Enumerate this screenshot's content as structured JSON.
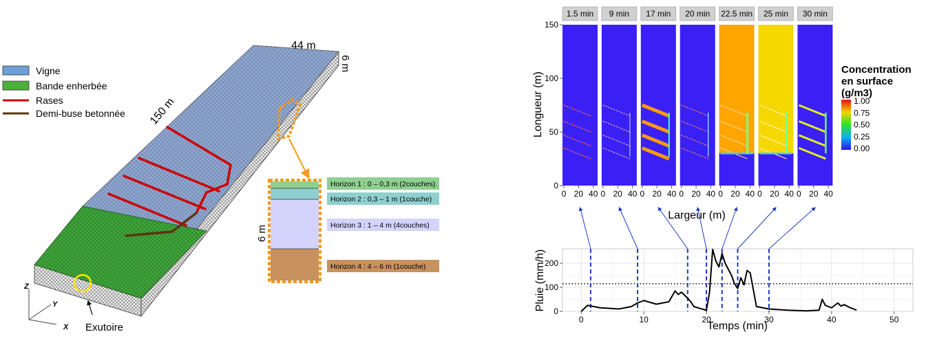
{
  "left_panel": {
    "legend": {
      "items": [
        {
          "label": "Vigne",
          "kind": "box",
          "color": "#6f9fd8"
        },
        {
          "label": "Bande enherbée",
          "kind": "box",
          "color": "#4caf3b"
        },
        {
          "label": "Rases",
          "kind": "line",
          "color": "#cc0000"
        },
        {
          "label": "Demi-buse betonnée",
          "kind": "line",
          "color": "#5a3410"
        }
      ]
    },
    "dims": {
      "length": "150 m",
      "width": "44 m",
      "depth": "6 m",
      "profile_depth": "6 m"
    },
    "axes": {
      "z": "Z",
      "y": "Y",
      "x": "X"
    },
    "outlet": "Exutoire",
    "horizons": [
      {
        "label": "Horizon 1 : 0 – 0,3 m (2couches)",
        "color": "#8fcf8f"
      },
      {
        "label": "Horizon 2 : 0,3 – 1 m (1couche)",
        "color": "#8fcfcf"
      },
      {
        "label": "Horizon 3 : 1 – 4 m (4couches)",
        "color": "#d3d3fb"
      },
      {
        "label": "Horizon 4 : 4 – 6 m (1couche)",
        "color": "#c8925f"
      }
    ]
  },
  "chart_data": [
    {
      "type": "heatmap",
      "facets": [
        "1.5 min",
        "9 min",
        "17 min",
        "20 min",
        "22.5 min",
        "25 min",
        "30 min"
      ],
      "xlabel": "Largeur (m)",
      "ylabel": "Longueur (m)",
      "xlim": [
        0,
        44
      ],
      "ylim": [
        0,
        150
      ],
      "x_ticks": [
        0,
        20,
        40
      ],
      "y_ticks": [
        0,
        50,
        100,
        150
      ],
      "legend": {
        "title": [
          "Concentration",
          "en surface",
          "(g/m3)"
        ],
        "ticks": [
          "1.00",
          "0.75",
          "0.50",
          "0.25",
          "0.00"
        ],
        "range": [
          0,
          1
        ]
      },
      "facet_background_colors": [
        "#3a20f5",
        "#3a20f5",
        "#3a20f5",
        "#3a20f5",
        "#ffa500",
        "#f4d800",
        "#3a20f5"
      ]
    },
    {
      "type": "line",
      "xlabel": "Temps (min)",
      "ylabel": "Pluie (mm/h)",
      "xlim": [
        -3,
        53
      ],
      "ylim": [
        0,
        260
      ],
      "x_ticks": [
        0,
        10,
        20,
        30,
        40,
        50
      ],
      "y_ticks": [
        0,
        100,
        200
      ],
      "threshold": 115,
      "markers": [
        1.5,
        9,
        17,
        20,
        22.5,
        25,
        30
      ],
      "x": [
        0,
        1,
        3,
        6,
        8,
        9,
        10,
        12,
        14,
        15,
        15.5,
        16,
        17,
        17.5,
        18,
        19,
        20,
        20.5,
        21,
        21.5,
        22,
        22.5,
        23,
        24,
        24.5,
        25,
        25.5,
        26,
        26.5,
        27,
        27.5,
        28,
        30,
        33,
        36,
        38,
        38.5,
        39,
        40,
        41,
        41.5,
        42,
        43,
        44
      ],
      "y": [
        0,
        25,
        15,
        10,
        20,
        35,
        45,
        30,
        40,
        85,
        70,
        80,
        55,
        40,
        20,
        12,
        5,
        80,
        258,
        210,
        185,
        240,
        200,
        150,
        115,
        95,
        140,
        110,
        170,
        160,
        90,
        20,
        10,
        5,
        2,
        5,
        50,
        25,
        15,
        35,
        22,
        28,
        15,
        5
      ]
    }
  ]
}
